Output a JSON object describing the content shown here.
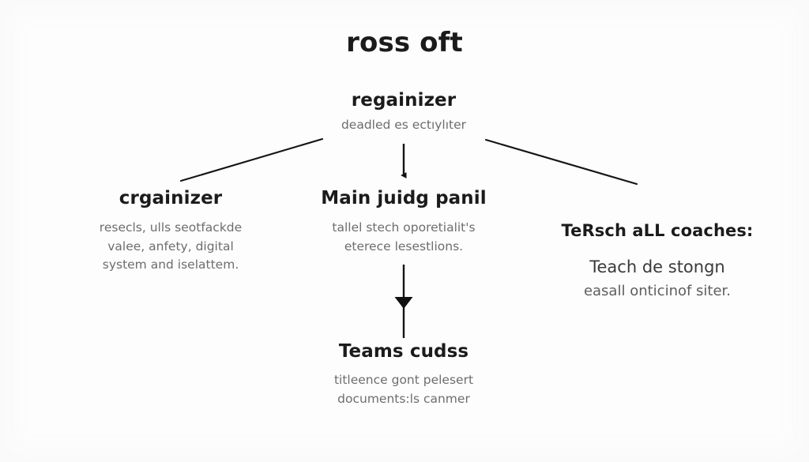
{
  "diagram": {
    "type": "tree",
    "title": "ross oft",
    "background_color": "#fdfdfd",
    "title_color": "#1b1b1b",
    "body_color": "#6d6d6d",
    "edge_color": "#1a1a1a",
    "nodes": {
      "root": {
        "title": "regainizer",
        "desc": [
          "deadled es ectıylıter"
        ]
      },
      "left": {
        "title": "crgainizer",
        "desc": [
          "resecls, ulls seotfackde",
          "valee, anfety, digital",
          "system and iselattem."
        ]
      },
      "center": {
        "title": "Main juidg panil",
        "desc": [
          "tallel stech oporetialit's",
          "eterece lesestlions."
        ]
      },
      "right": {
        "title": "TeRsch aLL coaches:",
        "desc": [
          "Teach de stongn",
          "easall onticinof siter."
        ]
      },
      "bottom": {
        "title": "Teams cudss",
        "desc": [
          "titleence gont pelesert",
          "documents:ls canmer"
        ]
      }
    },
    "edges": [
      {
        "name": "root-to-left",
        "arrow": false
      },
      {
        "name": "root-to-center",
        "arrow": true
      },
      {
        "name": "root-to-right",
        "arrow": false
      },
      {
        "name": "center-to-bottom",
        "arrow": true
      }
    ]
  }
}
